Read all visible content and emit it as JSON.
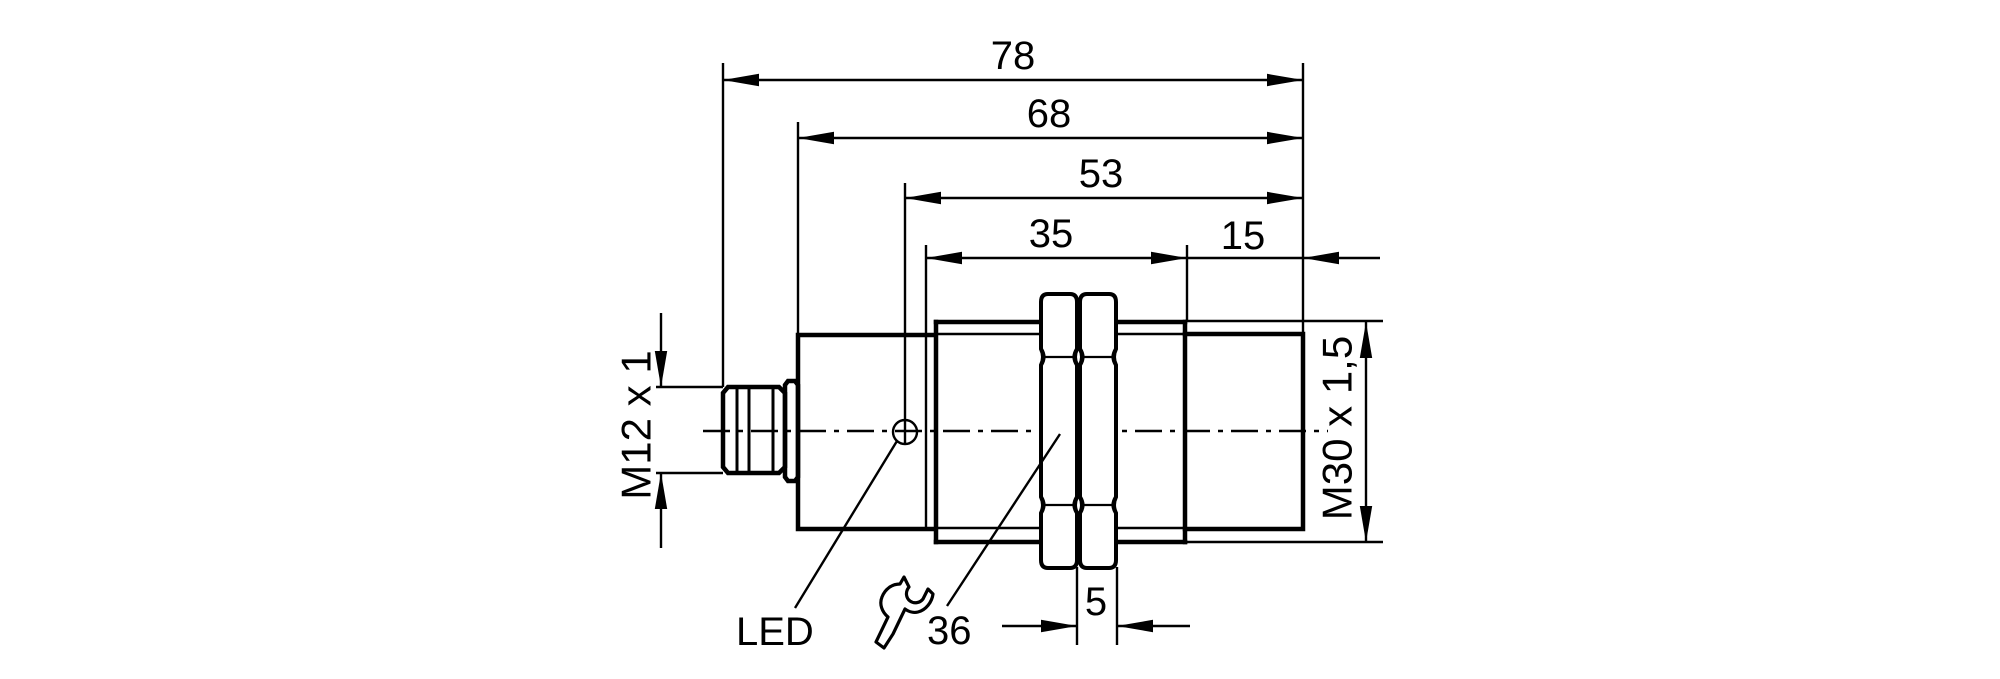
{
  "drawing": {
    "colors": {
      "line": "#000000",
      "background": "#ffffff"
    },
    "dims": {
      "overall_length": "78",
      "housing_length": "68",
      "led_to_face": "53",
      "thread_length": "35",
      "front_section": "15",
      "nut_width": "5",
      "wrench_size": "36",
      "connector_thread": "M12 x 1",
      "housing_thread": "M30 x 1,5",
      "led": "LED"
    }
  }
}
